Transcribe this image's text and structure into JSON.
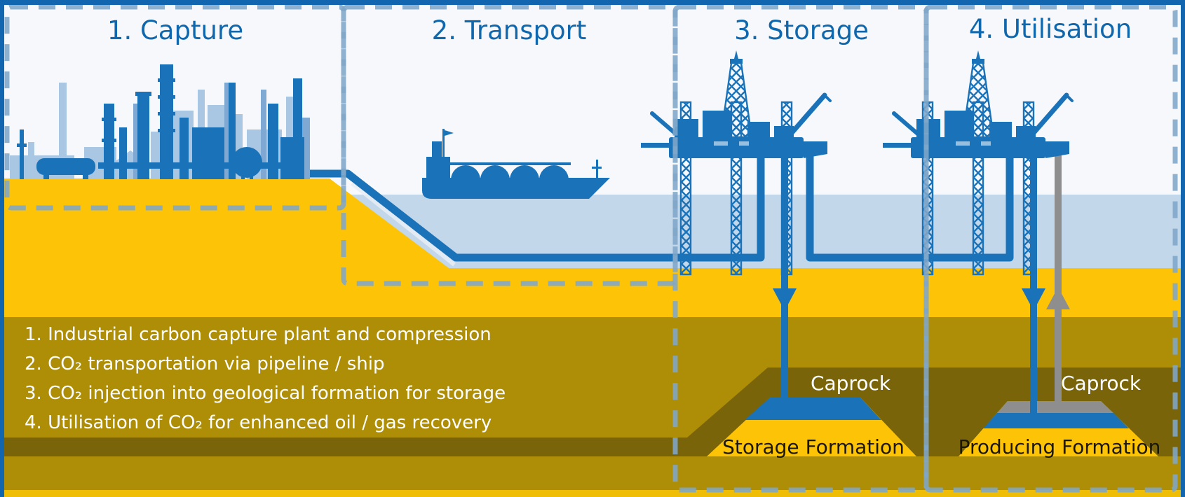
{
  "colors": {
    "frame": "#1166af",
    "blue": "#1a72b8",
    "titleBlue": "#0f67ae",
    "lightBlue": "#a9c6e3",
    "midBlue": "#7fa9d2",
    "sky": "#f6f8fb",
    "sea": "#c3d7ea",
    "yellow": "#fdc307",
    "ydeep": "#efbd05",
    "olive": "#ae8e06",
    "caprock": "#79640a",
    "gray": "#8e8e8e",
    "dash": "#7fa6c8",
    "formationText": "#1a1705"
  },
  "sections": [
    {
      "label": "1. Capture"
    },
    {
      "label": "2. Transport"
    },
    {
      "label": "3. Storage"
    },
    {
      "label": "4. Utilisation"
    }
  ],
  "legend": [
    "1. Industrial carbon capture plant and compression",
    "2. CO₂ transportation via pipeline / ship",
    "3. CO₂ injection into geological formation for storage",
    "4. Utilisation of CO₂ for enhanced oil / gas recovery"
  ],
  "labels": {
    "caprock3": "Caprock",
    "caprock4": "Caprock",
    "storage_formation": "Storage Formation",
    "producing_formation": "Producing Formation"
  }
}
